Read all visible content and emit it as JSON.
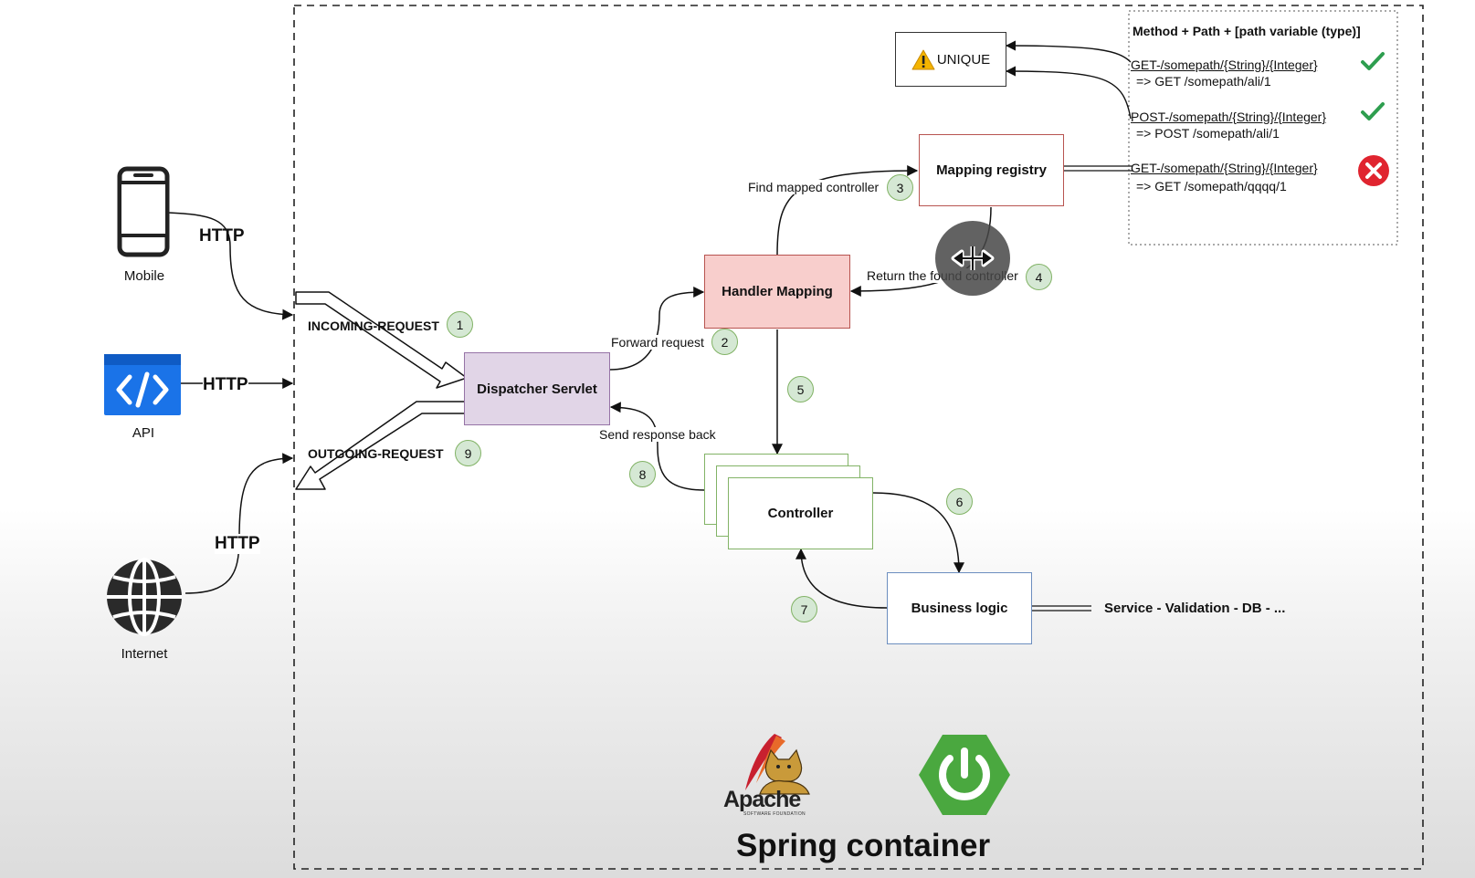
{
  "diagram": {
    "container_title": "Spring container",
    "clients": {
      "mobile": "Mobile",
      "api": "API",
      "internet": "Internet",
      "http": "HTTP"
    },
    "requests": {
      "incoming": "INCOMING-REQUEST",
      "outgoing": "OUTGOING-REQUEST"
    },
    "nodes": {
      "dispatcher": "Dispatcher Servlet",
      "handler_mapping": "Handler Mapping",
      "mapping_registry": "Mapping registry",
      "controller": "Controller",
      "business_logic": "Business logic",
      "unique": "UNIQUE",
      "services": "Service - Validation - DB - ..."
    },
    "edge_labels": {
      "forward": "Forward request",
      "find": "Find mapped controller",
      "return": "Return the found controller",
      "send_back": "Send response back"
    },
    "steps": [
      "1",
      "2",
      "3",
      "4",
      "5",
      "6",
      "7",
      "8",
      "9"
    ],
    "rules_panel": {
      "title": "Method + Path + [path variable (type)]",
      "rules": [
        {
          "pattern": "GET-/somepath/{String}/{Integer}",
          "example": "=> GET /somepath/ali/1",
          "status": "valid"
        },
        {
          "pattern": "POST-/somepath/{String}/{Integer}",
          "example": "=> POST /somepath/ali/1",
          "status": "valid"
        },
        {
          "pattern": "GET-/somepath/{String}/{Integer}",
          "example": "=> GET /somepath/qqqq/1",
          "status": "invalid"
        }
      ]
    },
    "logos": {
      "apache": "Apache",
      "apache_sub": "SOFTWARE FOUNDATION"
    },
    "colors": {
      "dispatcher_fill": "#e1d5e7",
      "dispatcher_stroke": "#9673a6",
      "handler_fill": "#f8cecc",
      "handler_stroke": "#b85450",
      "registry_stroke": "#b85450",
      "controller_stroke": "#82b366",
      "business_stroke": "#6c8ebf",
      "step_fill": "#d5e8d4",
      "step_stroke": "#82b366",
      "check": "#2e9e4f",
      "cross": "#e0242f",
      "api_blue": "#1a73e8",
      "spring_green": "#4aa83f"
    }
  }
}
